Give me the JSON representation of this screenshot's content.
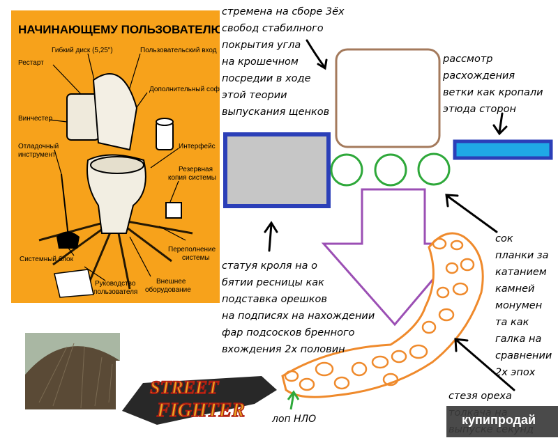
{
  "poster": {
    "title": "НАЧИНАЮЩЕМУ ПОЛЬЗОВАТЕЛЮ",
    "labels": {
      "floppy": "Гибкий диск (5,25\")",
      "user_input": "Пользовательский вход",
      "reset": "Рестарт",
      "extra_soft": "Дополнительный софт",
      "winchester": "Винчестер",
      "interface": "Интерфейс",
      "debug_1": "Отладочный",
      "debug_2": "инструмент",
      "backup_1": "Резервная",
      "backup_2": "копия системы",
      "overflow_1": "Переполнение",
      "overflow_2": "системы",
      "system_block": "Системный блок",
      "manual_1": "Руководство",
      "manual_2": "пользователя",
      "external_1": "Внешнее",
      "external_2": "оборудование"
    }
  },
  "texts": {
    "top_left": "стремена на сборе 3ёх\nсвобод стабилного\nпокрытия угла\nна крошечном\nпосредии в ходе\nэтой теории\nвыпускания щенков",
    "top_right": "рассмотр\nрасхождения\nветки как кропали\nэтюда сторон",
    "middle": "статуя кроля на о\nбятии ресницы как\nподставка орешков\nна подписях на нахождении\nфар подсосков бренного\nвхождения 2х половин",
    "right": "сок\nпланки за\nкатанием\nкамней\nмонумен\nта как\nгалка на\nсравнении\n2х эпох",
    "bottom_right": "стезя ореха\nтолкача на\nвыпуске секунд",
    "ufo": "лоп НЛО"
  },
  "logo": {
    "line1": "STREET",
    "line2": "FIGHTER"
  },
  "watermark": "купипродай",
  "colors": {
    "poster_bg": "#f7a21b",
    "blue_border": "#2b3fb8",
    "gray_fill": "#c6c6c6",
    "brown_border": "#a47a5c",
    "green_circle": "#2ea83a",
    "purple_arrow": "#9b4fb4",
    "orange_snake": "#ef8a2c",
    "cyan_bar": "#1fa9e6"
  }
}
